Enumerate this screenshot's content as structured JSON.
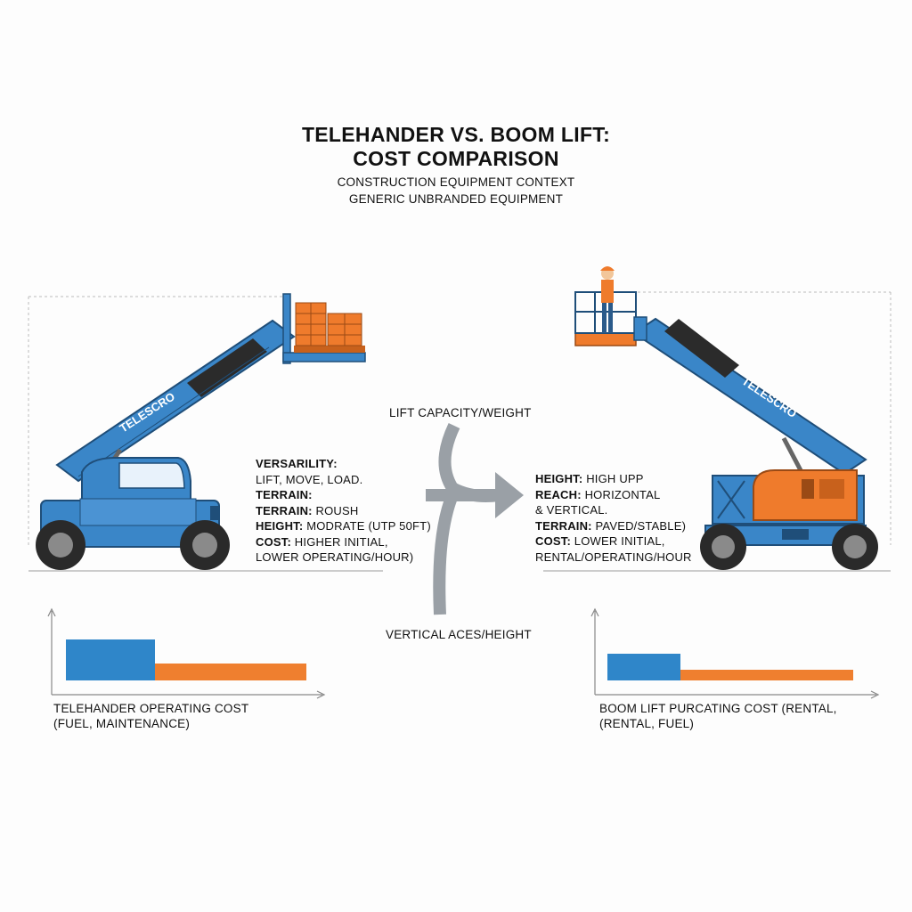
{
  "header": {
    "title_line1": "TELEHANDER VS. BOOM LIFT:",
    "title_line2": "COST COMPARISON",
    "subtitle_line1": "CONSTRUCTION EQUIPMENT CONTEXT",
    "subtitle_line2": "GENERIC UNBRANDED EQUIPMENT"
  },
  "colors": {
    "machine_blue": "#3a86c8",
    "machine_orange": "#ef7b2c",
    "bar_blue": "#2f86c9",
    "bar_orange": "#ef7f2f",
    "arrow_gray": "#9aa0a6"
  },
  "telehandler": {
    "boom_text": "TELESCRO",
    "spec_lines": [
      {
        "key": "VERSARILITY:",
        "val": ""
      },
      {
        "key": "",
        "val": "LIFT, MOVE, LOAD."
      },
      {
        "key": "TERRAIN:",
        "val": ""
      },
      {
        "key": "TERRAIN:",
        "val": " ROUSH"
      },
      {
        "key": "HEIGHT:",
        "val": " MODRATE (UTP 50FT)"
      },
      {
        "key": "COST:",
        "val": " HIGHER INITIAL,"
      },
      {
        "key": "",
        "val": "LOWER OPERATING/HOUR)"
      }
    ],
    "chart_caption_line1": "TELEHANDER OPERATING COST",
    "chart_caption_line2": "(FUEL, MAINTENANCE)"
  },
  "boom_lift": {
    "boom_text": "TELESCRO",
    "spec_lines": [
      {
        "key": "HEIGHT:",
        "val": " HIGH  UPP"
      },
      {
        "key": "REACH:",
        "val": " HORIZONTAL"
      },
      {
        "key": "",
        "val": "& VERTICAL."
      },
      {
        "key": "TERRAIN:",
        "val": " PAVED/STABLE)"
      },
      {
        "key": "COST:",
        "val": " LOWER INITIAL,"
      },
      {
        "key": "",
        "val": "RENTAL/OPERATING/HOUR"
      }
    ],
    "chart_caption_line1": "BOOM LIFT PURCATING COST (RENTAL,",
    "chart_caption_line2": "(RENTAL, FUEL)"
  },
  "center": {
    "top_label": "LIFT CAPACITY/WEIGHT",
    "bottom_label": "VERTICAL ACES/HEIGHT"
  },
  "mini_charts": [
    {
      "name": "telehandler",
      "segments": [
        {
          "color": "blue",
          "value": 1.0,
          "width": 0.37
        },
        {
          "color": "orange",
          "value": 0.42,
          "width": 0.63
        }
      ]
    },
    {
      "name": "boom_lift",
      "segments": [
        {
          "color": "blue",
          "value": 1.0,
          "width": 0.3
        },
        {
          "color": "orange",
          "value": 0.37,
          "width": 0.7
        }
      ]
    }
  ]
}
